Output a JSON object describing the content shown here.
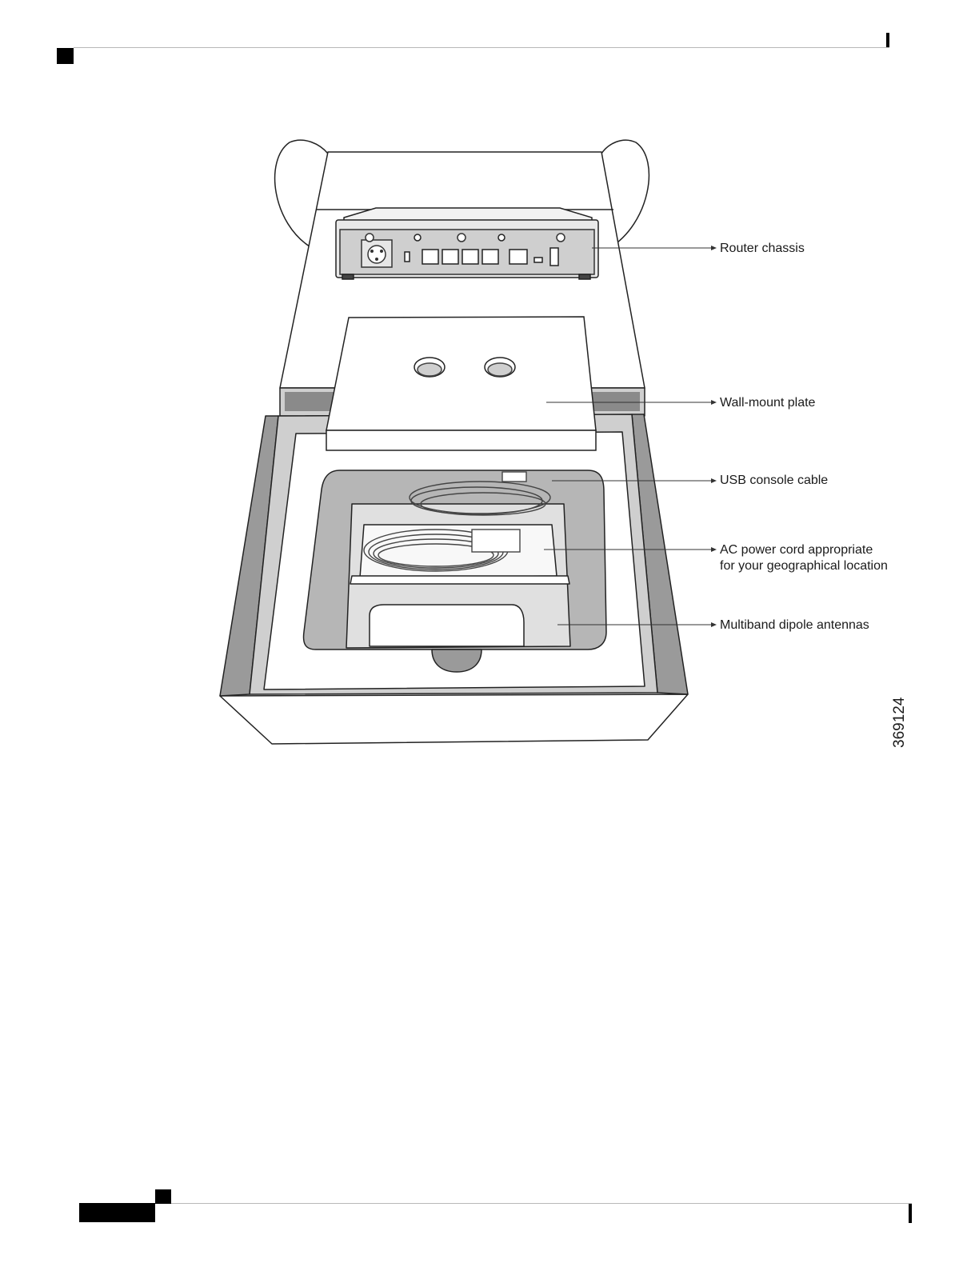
{
  "figure": {
    "callouts": {
      "router_chassis": "Router chassis",
      "wall_mount_plate": "Wall-mount plate",
      "usb_console_cable": "USB console cable",
      "ac_power_cord_line1": "AC power cord appropriate",
      "ac_power_cord_line2": "for your geographical location",
      "antennas": "Multiband dipole antennas"
    },
    "figure_number": "369124"
  }
}
